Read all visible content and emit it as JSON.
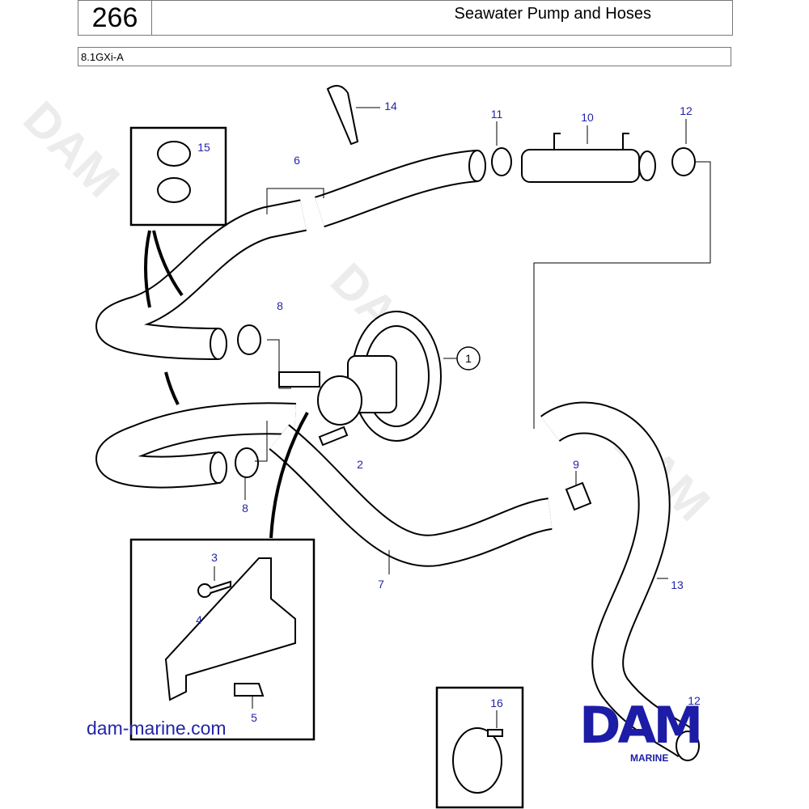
{
  "header": {
    "page_number": "266",
    "title": "Seawater Pump and Hoses",
    "model": "8.1GXi-A"
  },
  "callouts": [
    {
      "id": "14"
    },
    {
      "id": "11"
    },
    {
      "id": "10"
    },
    {
      "id": "12"
    },
    {
      "id": "15"
    },
    {
      "id": "6"
    },
    {
      "id": "8"
    },
    {
      "id": "1"
    },
    {
      "id": "2"
    },
    {
      "id": "9"
    },
    {
      "id": "8"
    },
    {
      "id": "3"
    },
    {
      "id": "4"
    },
    {
      "id": "7"
    },
    {
      "id": "13"
    },
    {
      "id": "16"
    },
    {
      "id": "12"
    },
    {
      "id": "5"
    }
  ],
  "footer": {
    "website": "dam-marine.com",
    "logo_text": "DAM",
    "logo_sub": "MARINE"
  },
  "colors": {
    "label": "#2424a8",
    "logo": "#1c1ca6"
  }
}
